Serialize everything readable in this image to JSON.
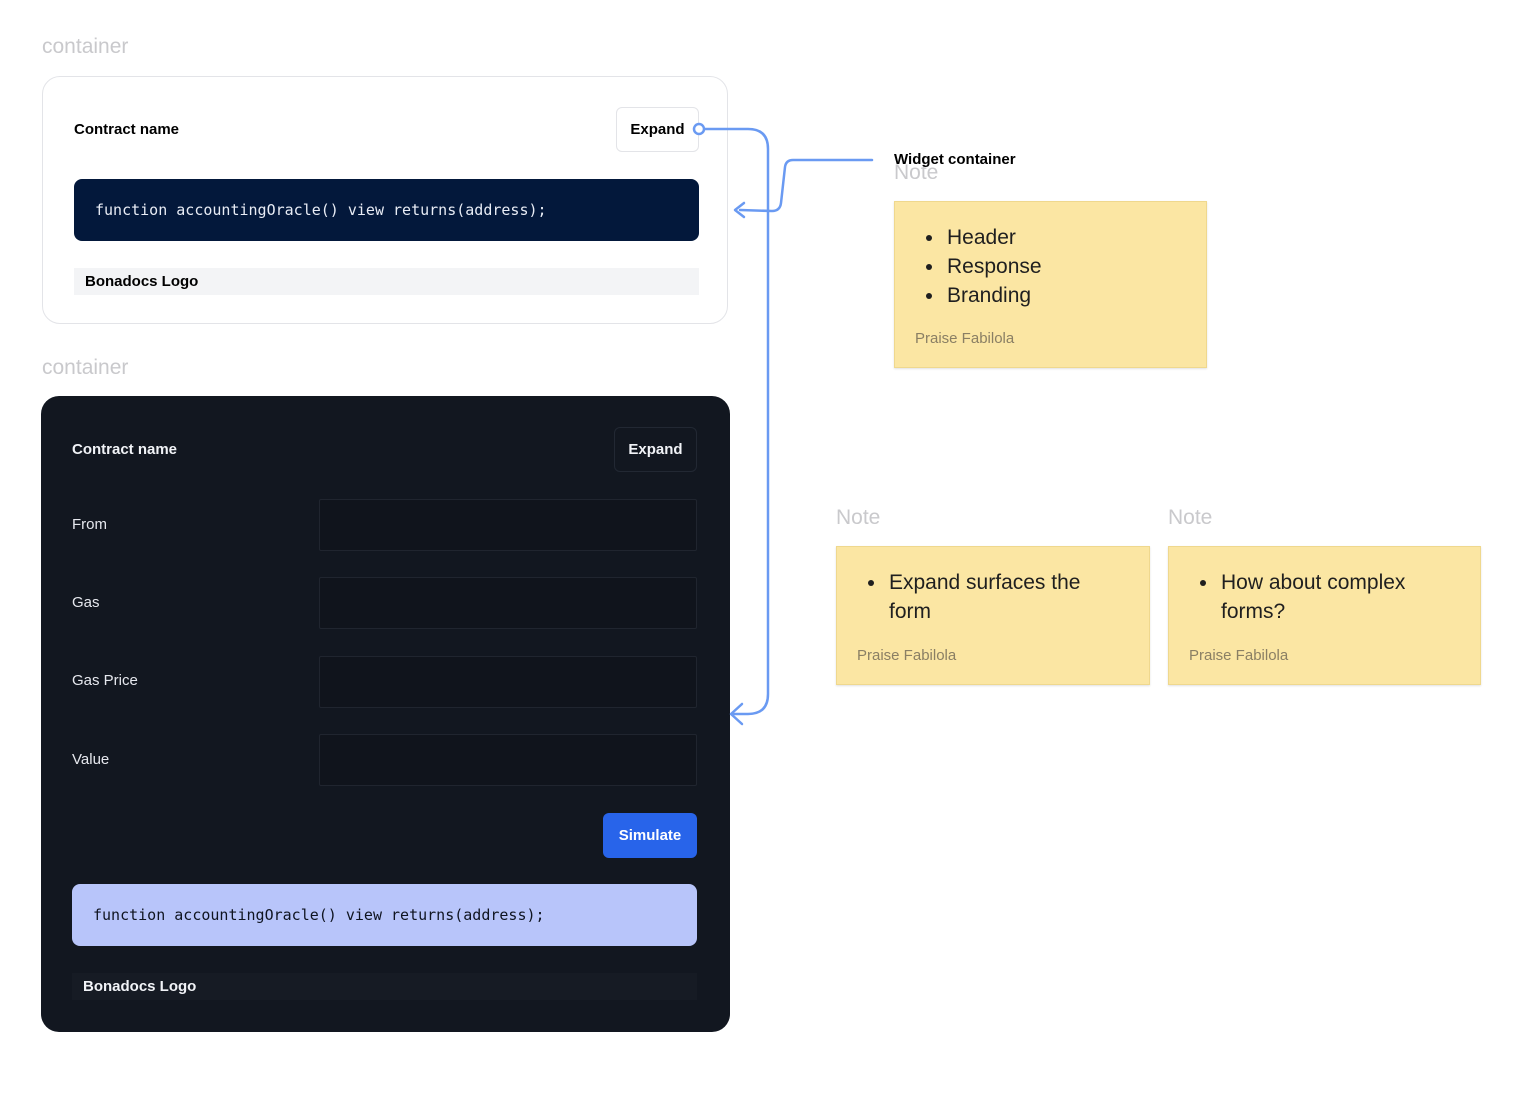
{
  "frames": {
    "light_label": "container",
    "dark_label": "container"
  },
  "light_widget": {
    "title": "Contract name",
    "expand_label": "Expand",
    "code": "function accountingOracle() view returns(address);",
    "logo": "Bonadocs Logo"
  },
  "dark_widget": {
    "title": "Contract name",
    "expand_label": "Expand",
    "fields": [
      {
        "label": "From",
        "value": ""
      },
      {
        "label": "Gas",
        "value": ""
      },
      {
        "label": "Gas Price",
        "value": ""
      },
      {
        "label": "Value",
        "value": ""
      }
    ],
    "simulate_label": "Simulate",
    "code": "function accountingOracle() view returns(address);",
    "logo": "Bonadocs Logo"
  },
  "annotations": {
    "widget_container_label": "Widget container"
  },
  "notes": [
    {
      "label": "Note",
      "items": [
        "Header",
        "Response",
        "Branding"
      ],
      "author": "Praise Fabilola"
    },
    {
      "label": "Note",
      "items": [
        "Expand surfaces the form"
      ],
      "author": "Praise Fabilola"
    },
    {
      "label": "Note",
      "items": [
        "How about complex forms?"
      ],
      "author": "Praise Fabilola"
    }
  ],
  "colors": {
    "dark_bg": "#121720",
    "code_dark_bg": "#03183b",
    "code_light_bg": "#b8c5fa",
    "simulate_bg": "#2864ea",
    "note_bg": "#fbe6a3",
    "connector": "#6a9af2"
  }
}
